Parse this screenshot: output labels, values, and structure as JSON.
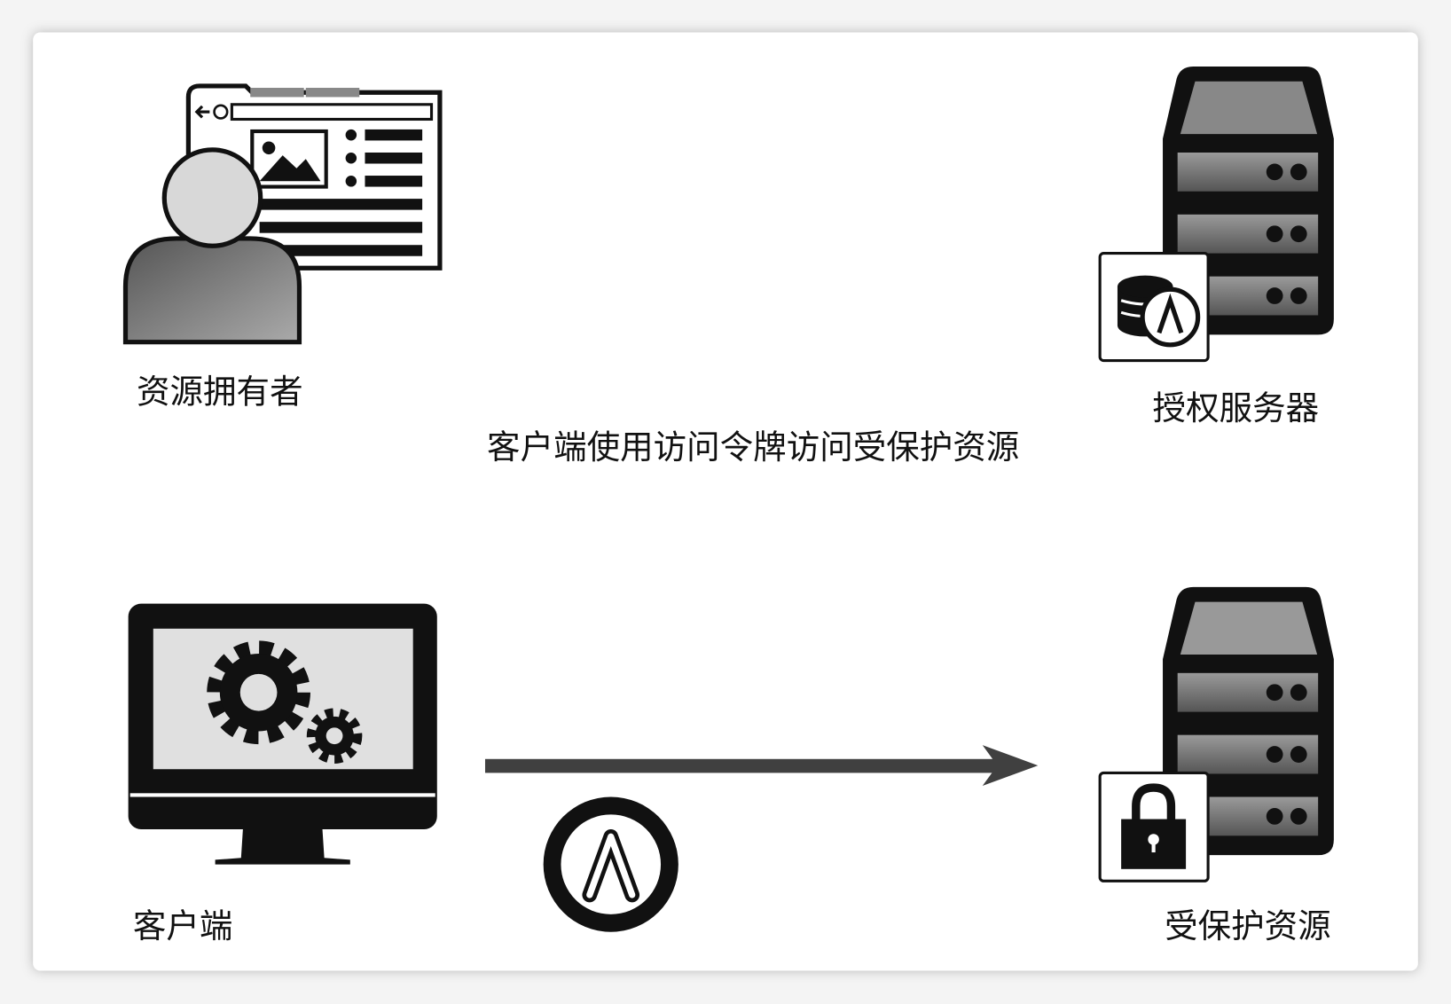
{
  "labels": {
    "resource_owner": "资源拥有者",
    "auth_server": "授权服务器",
    "client": "客户端",
    "protected_resource": "受保护资源",
    "step_description": "客户端使用访问令牌访问受保护资源"
  },
  "colors": {
    "background": "#ffffff",
    "arrow": "#404040",
    "icon_dark": "#111111",
    "icon_gray": "#8a8a8a"
  }
}
